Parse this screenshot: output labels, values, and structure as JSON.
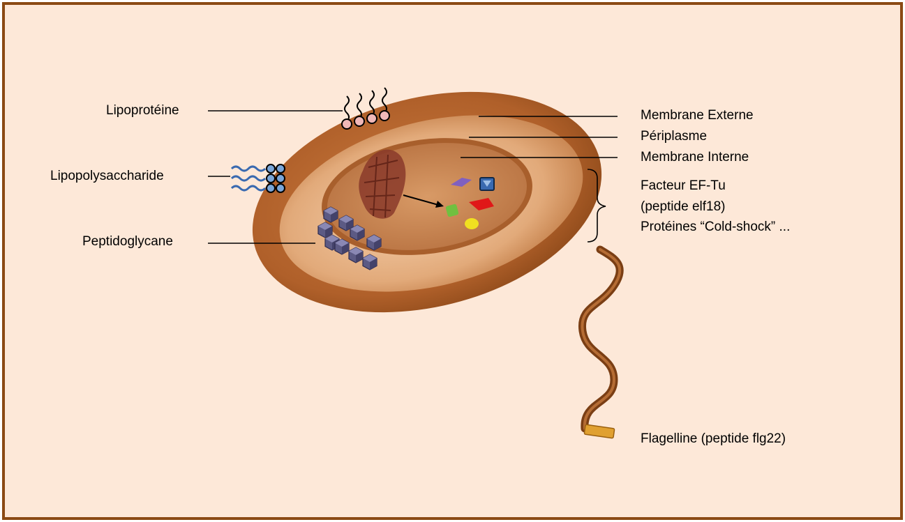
{
  "diagram": {
    "labels": {
      "lipoproteine": "Lipoprotéine",
      "lipopolysaccharide": "Lipopolysaccharide",
      "peptidoglycane": "Peptidoglycane",
      "membrane_externe": "Membrane Externe",
      "periplasme": "Périplasme",
      "membrane_interne": "Membrane Interne",
      "facteur_line1": "Facteur EF-Tu",
      "facteur_line2": "(peptide elf18)",
      "facteur_line3": "Protéines “Cold-shock” ...",
      "flagelline": "Flagelline (peptide flg22)"
    },
    "colors": {
      "background": "#fde8d8",
      "frame_border": "#8b4a14",
      "outer_membrane": "#b8652a",
      "periplasm": "#e8b58a",
      "inner_cytoplasm": "#c7874f",
      "flagellum": "#8a4a1c",
      "peptidoglycan": "#5a5880",
      "lps_blue": "#7aa6d8",
      "lipoprotein_pink": "#f0b8b8",
      "red_protein": "#e01818",
      "yellow_protein": "#f0e020",
      "green_protein": "#70c040",
      "purple_protein": "#8060c0",
      "blue_protein": "#3a6ab0"
    }
  }
}
